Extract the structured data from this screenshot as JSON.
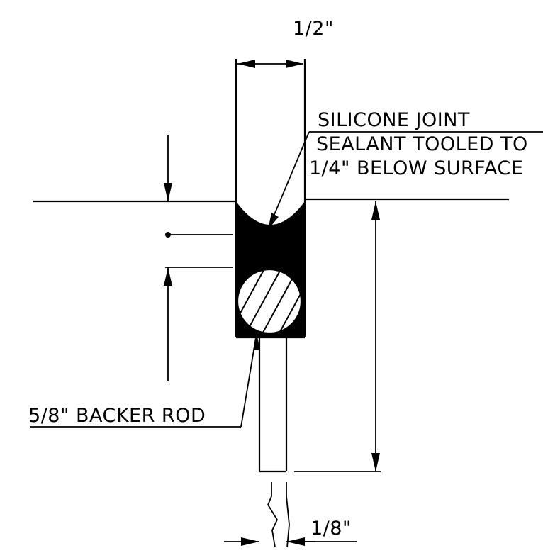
{
  "dimensions": {
    "joint_width": "1/2\"",
    "bottom_gap": "1/8\""
  },
  "callouts": {
    "sealant_line1": "SILICONE JOINT",
    "sealant_line2": "SEALANT TOOLED TO",
    "sealant_line3": "1/4\" BELOW SURFACE",
    "backer_rod": "5/8\" BACKER ROD"
  }
}
